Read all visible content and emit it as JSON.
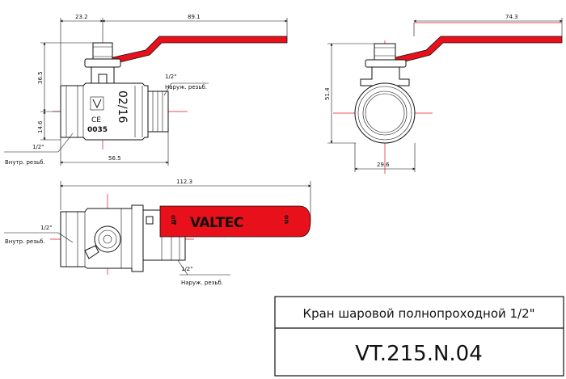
{
  "colors": {
    "handle": "#e8101a",
    "centerline": "#e8101a",
    "line": "#111111"
  },
  "front_view": {
    "dim_top_left": "23.2",
    "dim_top_right": "89.1",
    "dim_left_upper": "36.5",
    "dim_left_lower": "14.6",
    "dim_bottom": "56.5",
    "thread_right_size": "1/2\"",
    "thread_right_label": "Наруж. резьб.",
    "thread_left_size": "1/2\"",
    "thread_left_label": "Внутр. резьб.",
    "body_marking_date": "02/16",
    "body_marking_ce": "CE",
    "body_marking_cert": "0035"
  },
  "side_view": {
    "dim_top": "74.3",
    "dim_left": "51.4",
    "dim_bottom": "29.6"
  },
  "top_view": {
    "dim_top": "112.3",
    "thread_left_size": "1/2\"",
    "thread_left_label": "Внутр. резьб.",
    "thread_right_size": "1/2\"",
    "thread_right_label": "Наруж. резьб.",
    "handle_off": "off",
    "handle_brand": "VALTEC",
    "handle_on": "on"
  },
  "title_block": {
    "title": "Кран шаровой полнопроходной 1/2\"",
    "code": "VT.215.N.04"
  }
}
